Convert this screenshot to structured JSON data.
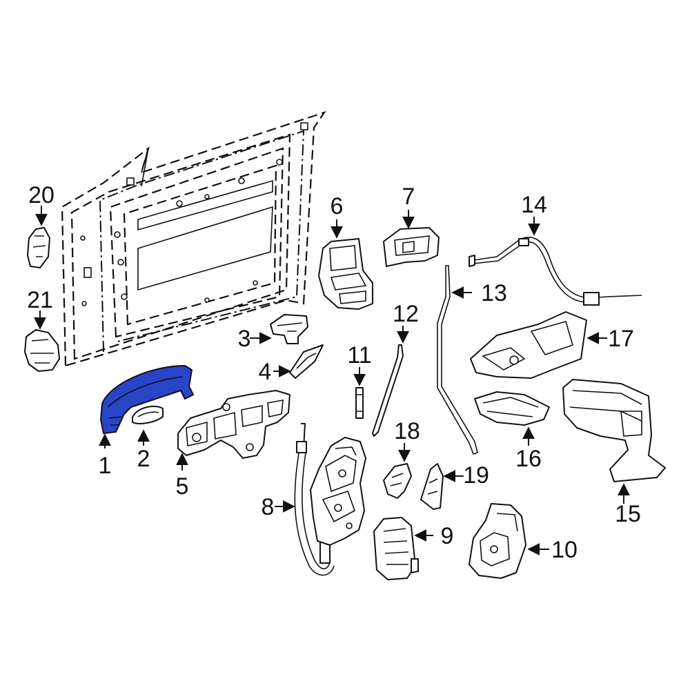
{
  "diagram": {
    "highlight_color": "#2a44c8",
    "line_color": "#111111",
    "background": "#ffffff",
    "highlighted_part": "1",
    "callouts": [
      {
        "id": "c1",
        "label": "1"
      },
      {
        "id": "c2",
        "label": "2"
      },
      {
        "id": "c3",
        "label": "3"
      },
      {
        "id": "c4",
        "label": "4"
      },
      {
        "id": "c5",
        "label": "5"
      },
      {
        "id": "c6",
        "label": "6"
      },
      {
        "id": "c7",
        "label": "7"
      },
      {
        "id": "c8",
        "label": "8"
      },
      {
        "id": "c9",
        "label": "9"
      },
      {
        "id": "c10",
        "label": "10"
      },
      {
        "id": "c11",
        "label": "11"
      },
      {
        "id": "c12",
        "label": "12"
      },
      {
        "id": "c13",
        "label": "13"
      },
      {
        "id": "c14",
        "label": "14"
      },
      {
        "id": "c15",
        "label": "15"
      },
      {
        "id": "c16",
        "label": "16"
      },
      {
        "id": "c17",
        "label": "17"
      },
      {
        "id": "c18",
        "label": "18"
      },
      {
        "id": "c19",
        "label": "19"
      },
      {
        "id": "c20",
        "label": "20"
      },
      {
        "id": "c21",
        "label": "21"
      }
    ]
  }
}
